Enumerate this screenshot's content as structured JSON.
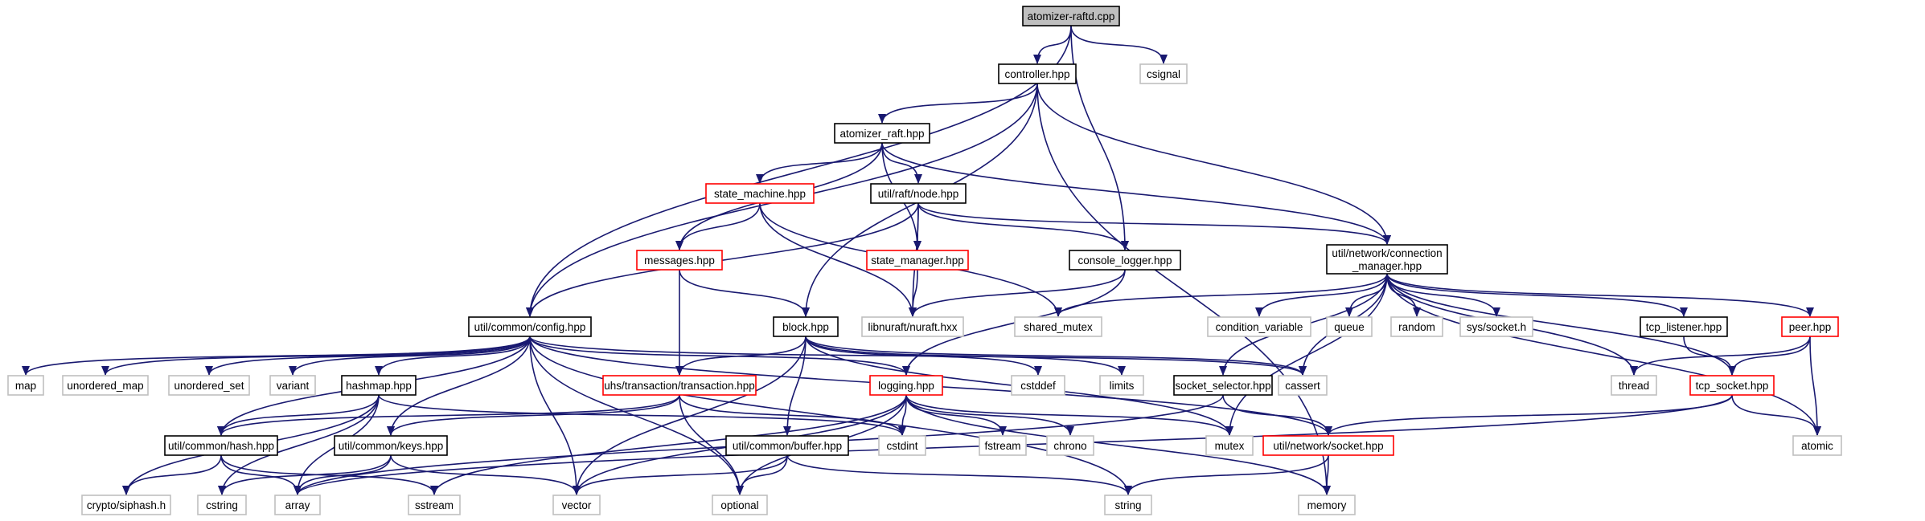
{
  "graph": {
    "colors": {
      "edge": "#191970",
      "local_header_border": "#000000",
      "header_with_children_border": "#ff0000",
      "system_header_border": "#bfbfbf",
      "root_fill": "#bfbfbf",
      "node_fill": "#ffffff"
    },
    "nodes": [
      {
        "id": "root",
        "label": "atomizer-raftd.cpp",
        "kind": "root"
      },
      {
        "id": "controller",
        "label": "controller.hpp",
        "kind": "local"
      },
      {
        "id": "csignal",
        "label": "csignal",
        "kind": "system"
      },
      {
        "id": "atomizer_raft",
        "label": "atomizer_raft.hpp",
        "kind": "local"
      },
      {
        "id": "state_machine",
        "label": "state_machine.hpp",
        "kind": "more"
      },
      {
        "id": "raft_node",
        "label": "util/raft/node.hpp",
        "kind": "local"
      },
      {
        "id": "messages",
        "label": "messages.hpp",
        "kind": "more"
      },
      {
        "id": "state_manager",
        "label": "state_manager.hpp",
        "kind": "more"
      },
      {
        "id": "console_logger",
        "label": "console_logger.hpp",
        "kind": "local"
      },
      {
        "id": "conn_mgr",
        "label": "util/network/connection\n_manager.hpp",
        "kind": "local"
      },
      {
        "id": "config",
        "label": "util/common/config.hpp",
        "kind": "local"
      },
      {
        "id": "block",
        "label": "block.hpp",
        "kind": "local"
      },
      {
        "id": "nuraft",
        "label": "libnuraft/nuraft.hxx",
        "kind": "system"
      },
      {
        "id": "shared_mutex",
        "label": "shared_mutex",
        "kind": "system"
      },
      {
        "id": "condition_variable",
        "label": "condition_variable",
        "kind": "system"
      },
      {
        "id": "queue",
        "label": "queue",
        "kind": "system"
      },
      {
        "id": "random",
        "label": "random",
        "kind": "system"
      },
      {
        "id": "sys_socket",
        "label": "sys/socket.h",
        "kind": "system"
      },
      {
        "id": "tcp_listener",
        "label": "tcp_listener.hpp",
        "kind": "local"
      },
      {
        "id": "peer",
        "label": "peer.hpp",
        "kind": "more"
      },
      {
        "id": "map",
        "label": "map",
        "kind": "system"
      },
      {
        "id": "unordered_map",
        "label": "unordered_map",
        "kind": "system"
      },
      {
        "id": "unordered_set",
        "label": "unordered_set",
        "kind": "system"
      },
      {
        "id": "variant",
        "label": "variant",
        "kind": "system"
      },
      {
        "id": "hashmap",
        "label": "hashmap.hpp",
        "kind": "local"
      },
      {
        "id": "transaction",
        "label": "uhs/transaction/transaction.hpp",
        "kind": "more"
      },
      {
        "id": "logging",
        "label": "logging.hpp",
        "kind": "more"
      },
      {
        "id": "cstddef",
        "label": "cstddef",
        "kind": "system"
      },
      {
        "id": "limits",
        "label": "limits",
        "kind": "system"
      },
      {
        "id": "cassert",
        "label": "cassert",
        "kind": "system"
      },
      {
        "id": "socket_selector",
        "label": "socket_selector.hpp",
        "kind": "local"
      },
      {
        "id": "thread",
        "label": "thread",
        "kind": "system"
      },
      {
        "id": "tcp_socket",
        "label": "tcp_socket.hpp",
        "kind": "more"
      },
      {
        "id": "hash",
        "label": "util/common/hash.hpp",
        "kind": "local"
      },
      {
        "id": "keys",
        "label": "util/common/keys.hpp",
        "kind": "local"
      },
      {
        "id": "buffer",
        "label": "util/common/buffer.hpp",
        "kind": "local"
      },
      {
        "id": "cstdint",
        "label": "cstdint",
        "kind": "system"
      },
      {
        "id": "fstream",
        "label": "fstream",
        "kind": "system"
      },
      {
        "id": "chrono",
        "label": "chrono",
        "kind": "system"
      },
      {
        "id": "mutex",
        "label": "mutex",
        "kind": "system"
      },
      {
        "id": "net_socket",
        "label": "util/network/socket.hpp",
        "kind": "more"
      },
      {
        "id": "atomic",
        "label": "atomic",
        "kind": "system"
      },
      {
        "id": "siphash",
        "label": "crypto/siphash.h",
        "kind": "system"
      },
      {
        "id": "cstring",
        "label": "cstring",
        "kind": "system"
      },
      {
        "id": "array",
        "label": "array",
        "kind": "system"
      },
      {
        "id": "sstream",
        "label": "sstream",
        "kind": "system"
      },
      {
        "id": "vector",
        "label": "vector",
        "kind": "system"
      },
      {
        "id": "optional",
        "label": "optional",
        "kind": "system"
      },
      {
        "id": "string",
        "label": "string",
        "kind": "system"
      },
      {
        "id": "memory",
        "label": "memory",
        "kind": "system"
      }
    ],
    "edges": [
      [
        "root",
        "controller"
      ],
      [
        "root",
        "csignal"
      ],
      [
        "root",
        "config"
      ],
      [
        "root",
        "console_logger"
      ],
      [
        "controller",
        "atomizer_raft"
      ],
      [
        "controller",
        "config"
      ],
      [
        "controller",
        "block"
      ],
      [
        "controller",
        "conn_mgr"
      ],
      [
        "controller",
        "memory"
      ],
      [
        "atomizer_raft",
        "state_machine"
      ],
      [
        "atomizer_raft",
        "raft_node"
      ],
      [
        "atomizer_raft",
        "messages"
      ],
      [
        "atomizer_raft",
        "state_manager"
      ],
      [
        "atomizer_raft",
        "conn_mgr"
      ],
      [
        "state_machine",
        "messages"
      ],
      [
        "state_machine",
        "nuraft"
      ],
      [
        "state_machine",
        "shared_mutex"
      ],
      [
        "raft_node",
        "state_manager"
      ],
      [
        "raft_node",
        "nuraft"
      ],
      [
        "raft_node",
        "console_logger"
      ],
      [
        "raft_node",
        "conn_mgr"
      ],
      [
        "raft_node",
        "config"
      ],
      [
        "messages",
        "block"
      ],
      [
        "messages",
        "transaction"
      ],
      [
        "state_manager",
        "nuraft"
      ],
      [
        "console_logger",
        "nuraft"
      ],
      [
        "console_logger",
        "logging"
      ],
      [
        "conn_mgr",
        "shared_mutex"
      ],
      [
        "conn_mgr",
        "condition_variable"
      ],
      [
        "conn_mgr",
        "queue"
      ],
      [
        "conn_mgr",
        "random"
      ],
      [
        "conn_mgr",
        "sys_socket"
      ],
      [
        "conn_mgr",
        "tcp_listener"
      ],
      [
        "conn_mgr",
        "peer"
      ],
      [
        "conn_mgr",
        "socket_selector"
      ],
      [
        "conn_mgr",
        "thread"
      ],
      [
        "conn_mgr",
        "cassert"
      ],
      [
        "conn_mgr",
        "tcp_socket"
      ],
      [
        "conn_mgr",
        "mutex"
      ],
      [
        "conn_mgr",
        "atomic"
      ],
      [
        "config",
        "map"
      ],
      [
        "config",
        "unordered_map"
      ],
      [
        "config",
        "unordered_set"
      ],
      [
        "config",
        "variant"
      ],
      [
        "config",
        "hashmap"
      ],
      [
        "config",
        "hash"
      ],
      [
        "config",
        "keys"
      ],
      [
        "config",
        "logging"
      ],
      [
        "config",
        "vector"
      ],
      [
        "config",
        "optional"
      ],
      [
        "config",
        "net_socket"
      ],
      [
        "config",
        "string"
      ],
      [
        "config",
        "cassert"
      ],
      [
        "block",
        "transaction"
      ],
      [
        "block",
        "buffer"
      ],
      [
        "block",
        "cstddef"
      ],
      [
        "block",
        "limits"
      ],
      [
        "block",
        "vector"
      ],
      [
        "block",
        "cassert"
      ],
      [
        "block",
        "mutex"
      ],
      [
        "hashmap",
        "hash"
      ],
      [
        "hashmap",
        "siphash"
      ],
      [
        "hashmap",
        "cstring"
      ],
      [
        "hashmap",
        "array"
      ],
      [
        "hashmap",
        "cstdint"
      ],
      [
        "transaction",
        "hash"
      ],
      [
        "transaction",
        "keys"
      ],
      [
        "transaction",
        "optional"
      ],
      [
        "transaction",
        "cstdint"
      ],
      [
        "logging",
        "cstdint"
      ],
      [
        "logging",
        "fstream"
      ],
      [
        "logging",
        "chrono"
      ],
      [
        "logging",
        "mutex"
      ],
      [
        "logging",
        "sstream"
      ],
      [
        "logging",
        "optional"
      ],
      [
        "logging",
        "memory"
      ],
      [
        "logging",
        "vector"
      ],
      [
        "hash",
        "siphash"
      ],
      [
        "hash",
        "array"
      ],
      [
        "hash",
        "sstream"
      ],
      [
        "keys",
        "array"
      ],
      [
        "keys",
        "vector"
      ],
      [
        "keys",
        "cstring"
      ],
      [
        "buffer",
        "vector"
      ],
      [
        "buffer",
        "optional"
      ],
      [
        "buffer",
        "string"
      ],
      [
        "tcp_listener",
        "tcp_socket"
      ],
      [
        "peer",
        "thread"
      ],
      [
        "peer",
        "tcp_socket"
      ],
      [
        "peer",
        "atomic"
      ],
      [
        "socket_selector",
        "net_socket"
      ],
      [
        "socket_selector",
        "array"
      ],
      [
        "tcp_socket",
        "net_socket"
      ],
      [
        "tcp_socket",
        "atomic"
      ],
      [
        "tcp_socket",
        "array"
      ],
      [
        "net_socket",
        "memory"
      ],
      [
        "net_socket",
        "string"
      ]
    ]
  }
}
